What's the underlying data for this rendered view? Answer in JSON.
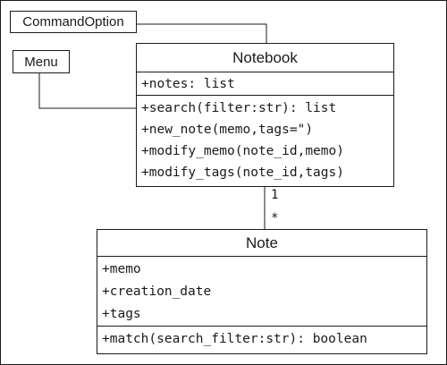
{
  "command_option": {
    "label": "CommandOption"
  },
  "menu": {
    "label": "Menu"
  },
  "notebook": {
    "name": "Notebook",
    "attributes": [
      "+notes: list"
    ],
    "methods": [
      "+search(filter:str): list",
      "+new_note(memo,tags=\")",
      "+modify_memo(note_id,memo)",
      "+modify_tags(note_id,tags)"
    ]
  },
  "note": {
    "name": "Note",
    "attributes": [
      "+memo",
      "+creation_date",
      "+tags"
    ],
    "methods": [
      "+match(search_filter:str): boolean"
    ]
  },
  "association": {
    "notebook_multiplicity": "1",
    "note_multiplicity": "*"
  }
}
